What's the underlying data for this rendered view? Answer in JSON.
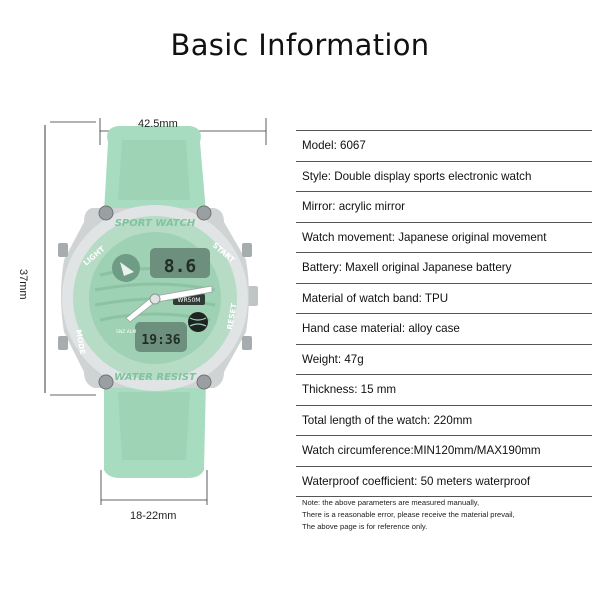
{
  "title": "Basic Information",
  "dimensions": {
    "width": "42.5mm",
    "height": "37mm",
    "strap_width": "18-22mm"
  },
  "watch_labels": {
    "top_ring": "SPORT WATCH",
    "bottom_ring": "WATER RESIST",
    "left_top": "LIGHT",
    "left_bottom": "MODE",
    "right_top": "START",
    "right_bottom": "RESET",
    "dial_badge": "WR50M",
    "top_digits": "8.6",
    "bottom_digits": "19:36",
    "mini_labels": "SNZ ALM"
  },
  "specs": [
    "Model: 6067",
    "Style: Double display sports electronic watch",
    "Mirror: acrylic mirror",
    "Watch movement: Japanese original movement",
    "Battery: Maxell original Japanese battery",
    "Material of watch band: TPU",
    "Hand case material: alloy case",
    "Weight: 47g",
    "Thickness: 15 mm",
    "Total length of the watch: 220mm",
    "Watch circumference:MIN120mm/MAX190mm",
    "Waterproof coefficient: 50 meters waterproof"
  ],
  "note": [
    "Note: the above parameters are measured manually,",
    "There is a reasonable error, please receive the material prevail,",
    "The above page is for reference only."
  ],
  "colors": {
    "strap": "#a8dcc0",
    "strap_shade": "#8fcaa9",
    "case": "#cfd3d4",
    "dial": "#9fd1b4",
    "ring_text": "#7fc39f"
  }
}
